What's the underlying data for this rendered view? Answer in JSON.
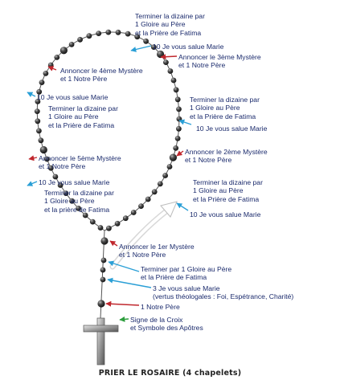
{
  "title": "PRIER LE ROSAIRE (4 chapelets)",
  "colors": {
    "text": "#1a2a6c",
    "arrow_red": "#c0272d",
    "arrow_blue": "#2a9fd6",
    "arrow_green": "#2e9e3e",
    "bead": "#3a3a3a",
    "chain": "#555555"
  },
  "labels": [
    {
      "id": "l01",
      "lines": [
        "Terminer la dizaine par",
        "1 Gloire au Père",
        "et la Prière de Fatima"
      ]
    },
    {
      "id": "l02",
      "lines": [
        "10 Je vous salue Marie"
      ]
    },
    {
      "id": "l03",
      "lines": [
        "Annoncer le 3ème Mystère",
        "et 1 Notre Père"
      ]
    },
    {
      "id": "l04",
      "lines": [
        "Annoncer le 4ème Mystère",
        "et 1 Notre Père"
      ]
    },
    {
      "id": "l05",
      "lines": [
        "10 Je vous salue Marie"
      ]
    },
    {
      "id": "l06",
      "lines": [
        "Terminer la dizaine par",
        "1 Gloire au Père",
        "et la Prière de Fatima"
      ]
    },
    {
      "id": "l07",
      "lines": [
        "Terminer la dizaine par",
        "1 Gloire au Père",
        "et la Prière de Fatima"
      ]
    },
    {
      "id": "l08",
      "lines": [
        "10 Je vous salue Marie"
      ]
    },
    {
      "id": "l09",
      "lines": [
        "Annoncer le 2ème Mystère",
        "et 1 Notre Père"
      ]
    },
    {
      "id": "l10",
      "lines": [
        "Annoncer le 5ème Mystère",
        "et 1 Notre Père"
      ]
    },
    {
      "id": "l11",
      "lines": [
        "Terminer la dizaine par",
        "1 Gloire au Père",
        "et la Prière de Fatima"
      ]
    },
    {
      "id": "l12",
      "lines": [
        "10 Je vous salue Marie"
      ]
    },
    {
      "id": "l13",
      "lines": [
        "Terminer la dizaine par",
        "1 Gloire au Père",
        "et la prière de Fatima"
      ]
    },
    {
      "id": "l14",
      "lines": [
        "10 Je vous salue Marie"
      ]
    },
    {
      "id": "l15",
      "lines": [
        "Annoncer le 1er Mystère",
        "et 1 Notre Père"
      ]
    },
    {
      "id": "l16",
      "lines": [
        "Terminer par 1 Gloire au Père",
        "et la Prière de Fatima"
      ]
    },
    {
      "id": "l17",
      "lines": [
        "3 Je vous salue Marie",
        "(vertus théologales : Foi, Espétrance, Charité)"
      ]
    },
    {
      "id": "l18",
      "lines": [
        "1 Notre Père"
      ]
    },
    {
      "id": "l19",
      "lines": [
        "Signe de la Croix",
        "et Symbole des Apôtres"
      ]
    }
  ]
}
